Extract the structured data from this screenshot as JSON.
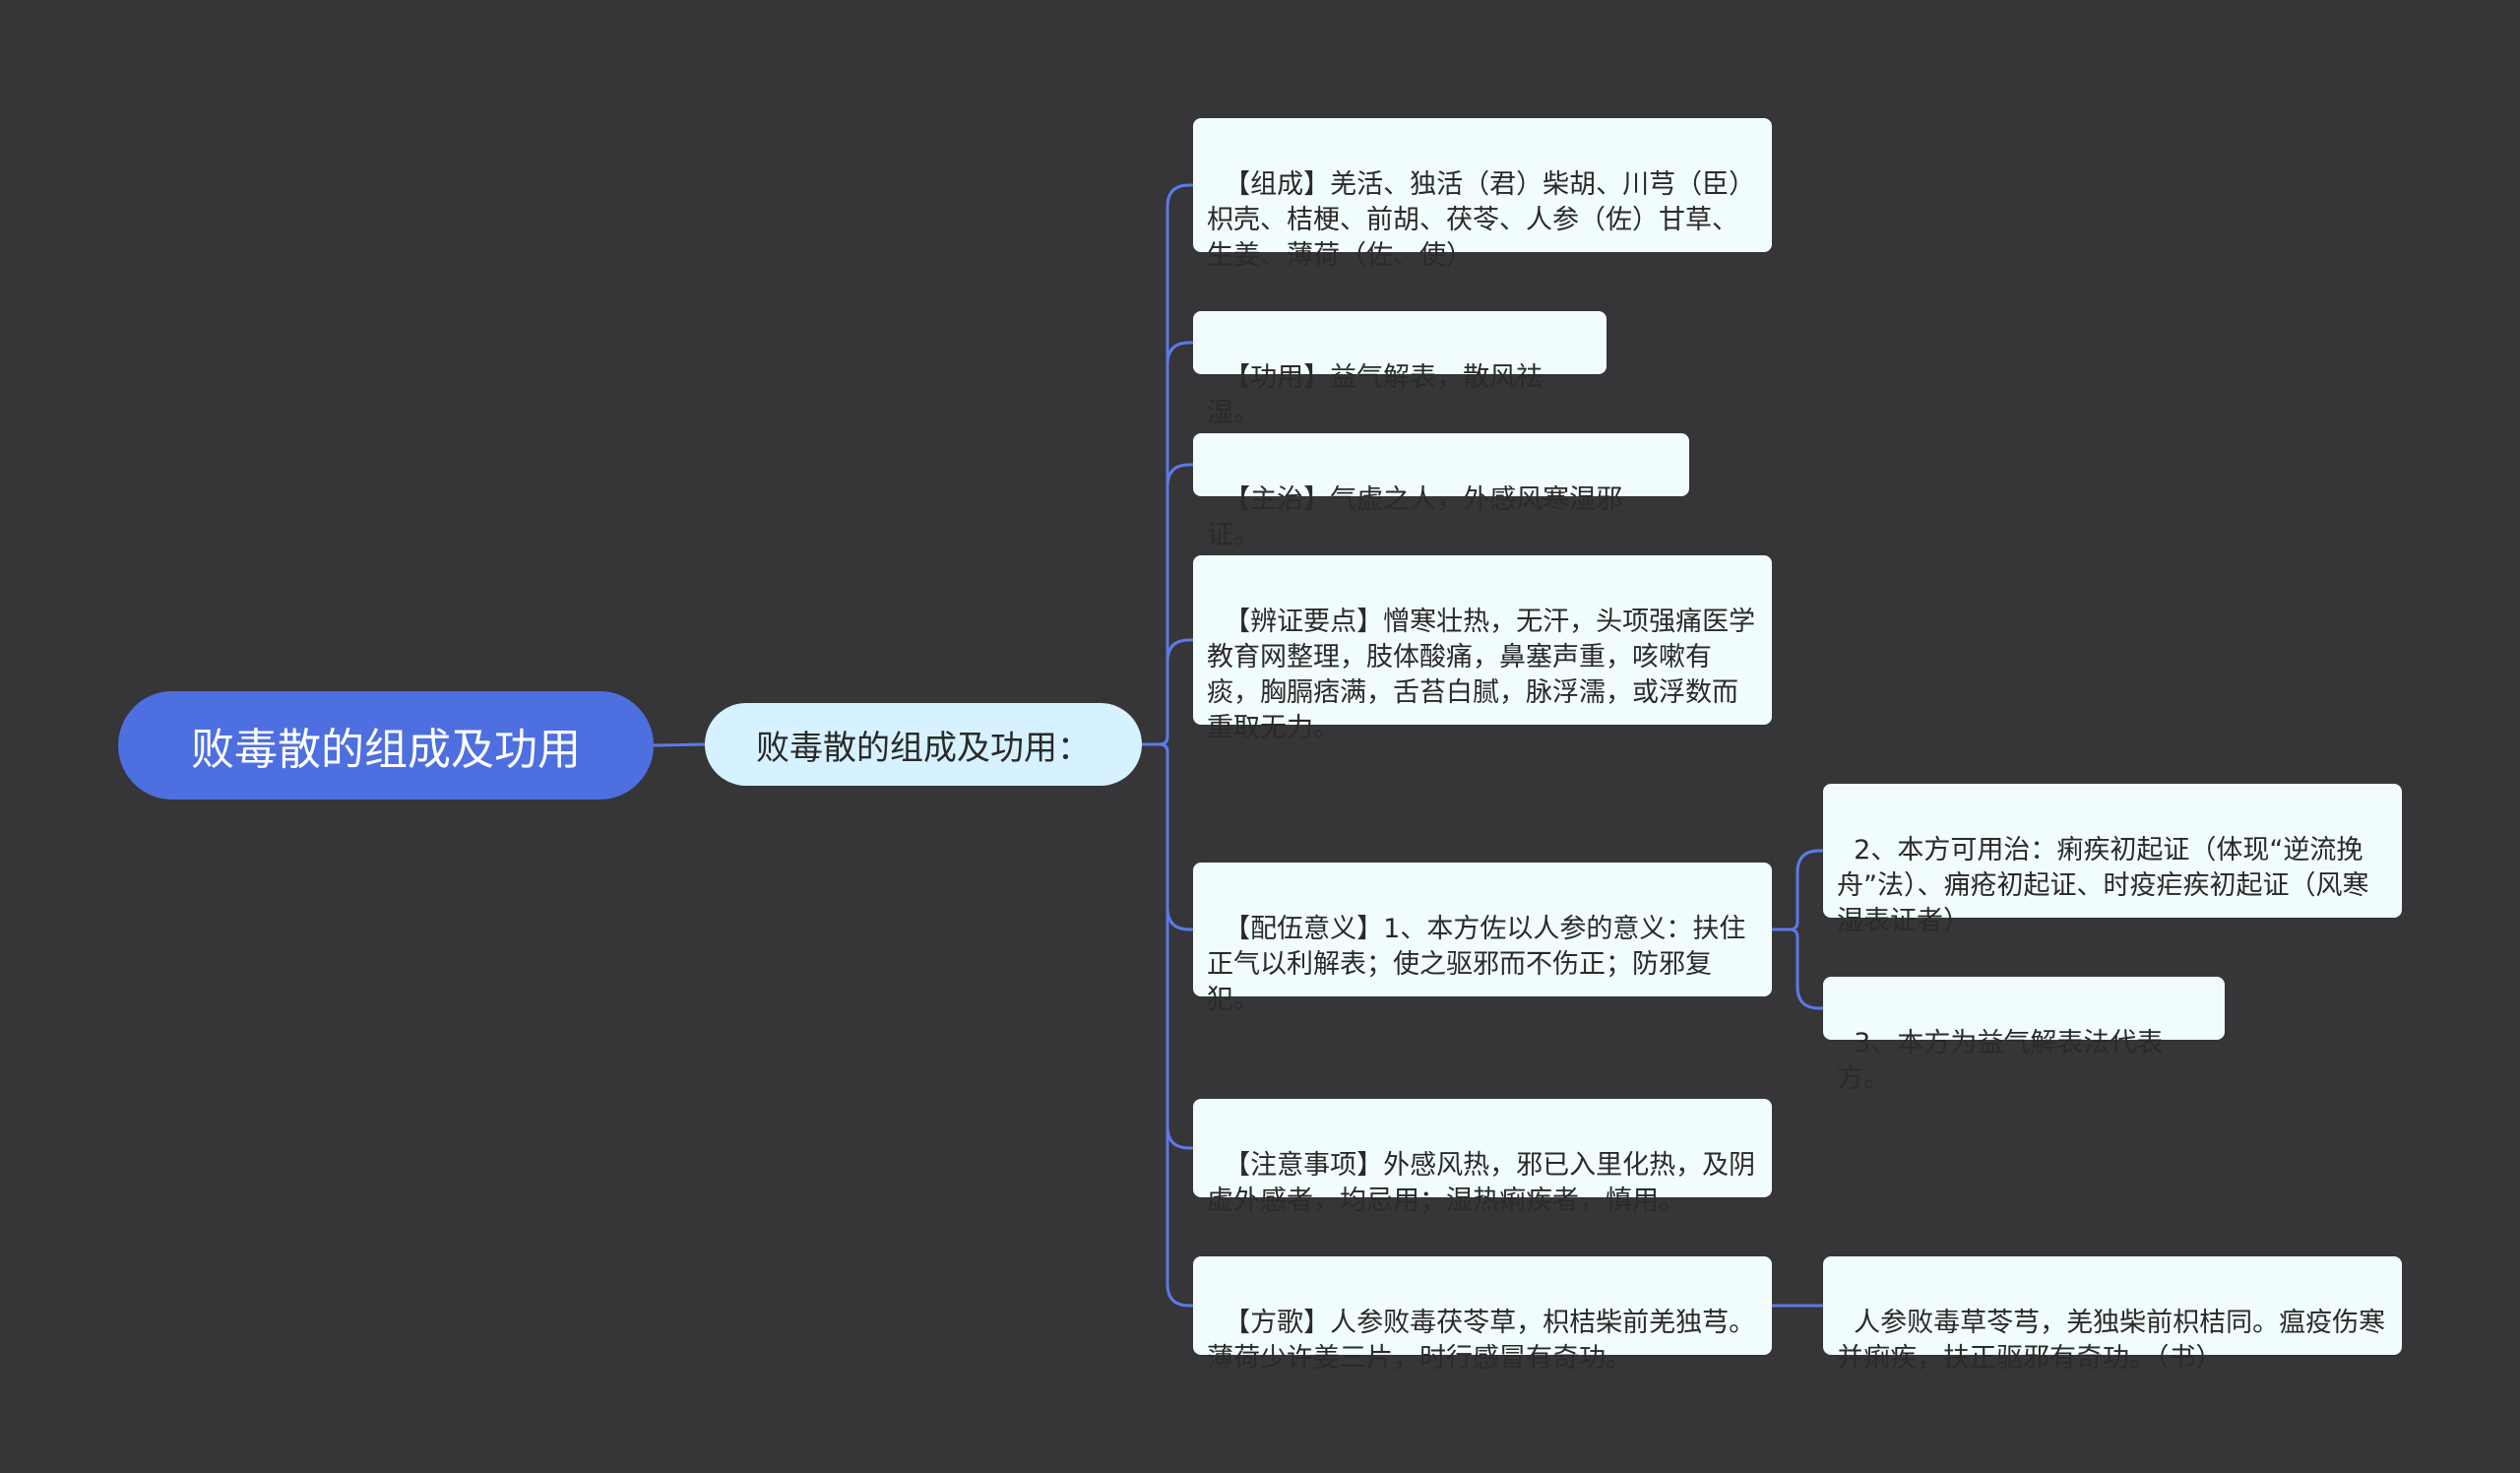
{
  "root": {
    "label": "败毒散的组成及功用"
  },
  "subtopic": {
    "label": "败毒散的组成及功用："
  },
  "branches": [
    {
      "text": "【组成】羌活、独活（君）柴胡、川芎（臣）枳壳、桔梗、前胡、茯苓、人参（佐）甘草、生姜、薄荷（佐、使）"
    },
    {
      "text": "【功用】益气解表，散风祛湿。"
    },
    {
      "text": "【主治】气虚之人，外感风寒湿邪证。"
    },
    {
      "text": "【辨证要点】憎寒壮热，无汗，头项强痛医学教育网整理，肢体酸痛，鼻塞声重，咳嗽有痰，胸膈痞满，舌苔白腻，脉浮濡，或浮数而重取无力。"
    },
    {
      "text": "【配伍意义】1、本方佐以人参的意义：扶住正气以利解表；使之驱邪而不伤正；防邪复犯。"
    },
    {
      "text": "【注意事项】外感风热，邪已入里化热，及阴虚外感者，均忌用；湿热痢疾者，慎用。"
    },
    {
      "text": "【方歌】人参败毒茯苓草，枳桔柴前羌独芎。薄荷少许姜三片，时行感冒有奇功。"
    }
  ],
  "sub_branches": {
    "peiwu": [
      {
        "text": "2、本方可用治：痢疾初起证（体现“逆流挽舟”法）、痈疮初起证、时疫疟疾初起证（风寒湿表证者）"
      },
      {
        "text": "3、本方为益气解表法代表方。"
      }
    ],
    "fangge": [
      {
        "text": "人参败毒草苓芎，羌独柴前枳桔同。瘟疫伤寒并痢疾，扶正驱邪有奇功。（书）"
      }
    ]
  },
  "colors": {
    "background": "#363537",
    "root_fill": "#4e6fe0",
    "subtopic_fill": "#d6f1ff",
    "leaf_fill": "#f1fcfd",
    "connector": "#5b79e8"
  }
}
